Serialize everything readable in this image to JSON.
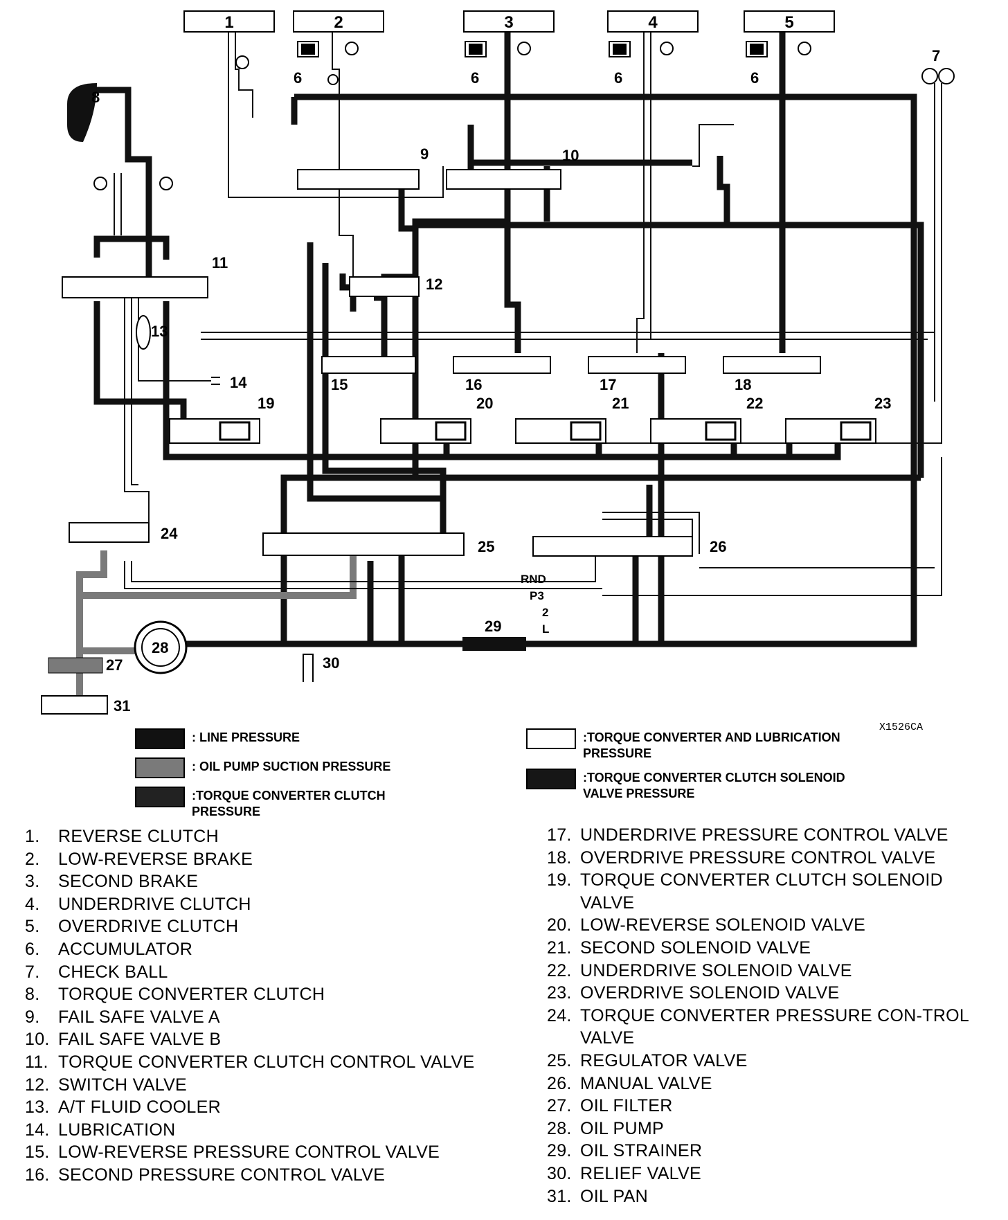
{
  "diagram": {
    "code": "X1526CA",
    "clutch_boxes": [
      "1",
      "2",
      "3",
      "4",
      "5"
    ],
    "labels": {
      "n6": "6",
      "n7": "7",
      "n8": "8",
      "n9": "9",
      "n10": "10",
      "n11": "11",
      "n12": "12",
      "n13": "13",
      "n14": "14",
      "n15": "15",
      "n16": "16",
      "n17": "17",
      "n18": "18",
      "n19": "19",
      "n20": "20",
      "n21": "21",
      "n22": "22",
      "n23": "23",
      "n24": "24",
      "n25": "25",
      "n26": "26",
      "n27": "27",
      "n28": "28",
      "n29": "29",
      "n30": "30",
      "n31": "31"
    },
    "range_positions": [
      "RND",
      "P3",
      "2",
      "L"
    ]
  },
  "legend": [
    {
      "key": "line",
      "swatch": "#111111",
      "text": ": LINE PRESSURE"
    },
    {
      "key": "suction",
      "swatch": "#7a7a7a",
      "text": ": OIL PUMP SUCTION PRESSURE"
    },
    {
      "key": "tcc",
      "swatch": "#222222",
      "text": ":TORQUE CONVERTER CLUTCH PRESSURE"
    },
    {
      "key": "lube",
      "swatch": "#ffffff",
      "text": ":TORQUE CONVERTER AND LUBRICATION PRESSURE"
    },
    {
      "key": "tccsol",
      "swatch": "#161616",
      "text": ":TORQUE CONVERTER CLUTCH SOLENOID VALVE PRESSURE"
    }
  ],
  "parts_left": [
    {
      "num": "1.",
      "name": "REVERSE CLUTCH"
    },
    {
      "num": "2.",
      "name": "LOW-REVERSE BRAKE"
    },
    {
      "num": "3.",
      "name": "SECOND BRAKE"
    },
    {
      "num": "4.",
      "name": "UNDERDRIVE CLUTCH"
    },
    {
      "num": "5.",
      "name": "OVERDRIVE CLUTCH"
    },
    {
      "num": "6.",
      "name": "ACCUMULATOR"
    },
    {
      "num": "7.",
      "name": "CHECK BALL"
    },
    {
      "num": "8.",
      "name": "TORQUE CONVERTER CLUTCH"
    },
    {
      "num": "9.",
      "name": "FAIL SAFE VALVE A"
    },
    {
      "num": "10.",
      "name": "FAIL SAFE VALVE B"
    },
    {
      "num": "11.",
      "name": "TORQUE CONVERTER CLUTCH CONTROL VALVE"
    },
    {
      "num": "12.",
      "name": "SWITCH VALVE"
    },
    {
      "num": "13.",
      "name": "A/T FLUID COOLER"
    },
    {
      "num": "14.",
      "name": "LUBRICATION"
    },
    {
      "num": "15.",
      "name": "LOW-REVERSE PRESSURE CONTROL VALVE"
    },
    {
      "num": "16.",
      "name": "SECOND PRESSURE CONTROL VALVE"
    }
  ],
  "parts_right": [
    {
      "num": "17.",
      "name": "UNDERDRIVE PRESSURE CONTROL VALVE"
    },
    {
      "num": "18.",
      "name": "OVERDRIVE PRESSURE CONTROL VALVE"
    },
    {
      "num": "19.",
      "name": "TORQUE CONVERTER CLUTCH SOLENOID VALVE"
    },
    {
      "num": "20.",
      "name": "LOW-REVERSE SOLENOID VALVE"
    },
    {
      "num": "21.",
      "name": "SECOND SOLENOID VALVE"
    },
    {
      "num": "22.",
      "name": "UNDERDRIVE SOLENOID VALVE"
    },
    {
      "num": "23.",
      "name": "OVERDRIVE SOLENOID VALVE"
    },
    {
      "num": "24.",
      "name": "TORQUE CONVERTER PRESSURE CON-TROL VALVE"
    },
    {
      "num": "25.",
      "name": "REGULATOR VALVE"
    },
    {
      "num": "26.",
      "name": "MANUAL VALVE"
    },
    {
      "num": "27.",
      "name": "OIL FILTER"
    },
    {
      "num": "28.",
      "name": "OIL PUMP"
    },
    {
      "num": "29.",
      "name": "OIL STRAINER"
    },
    {
      "num": "30.",
      "name": "RELIEF VALVE"
    },
    {
      "num": "31.",
      "name": "OIL PAN"
    }
  ]
}
